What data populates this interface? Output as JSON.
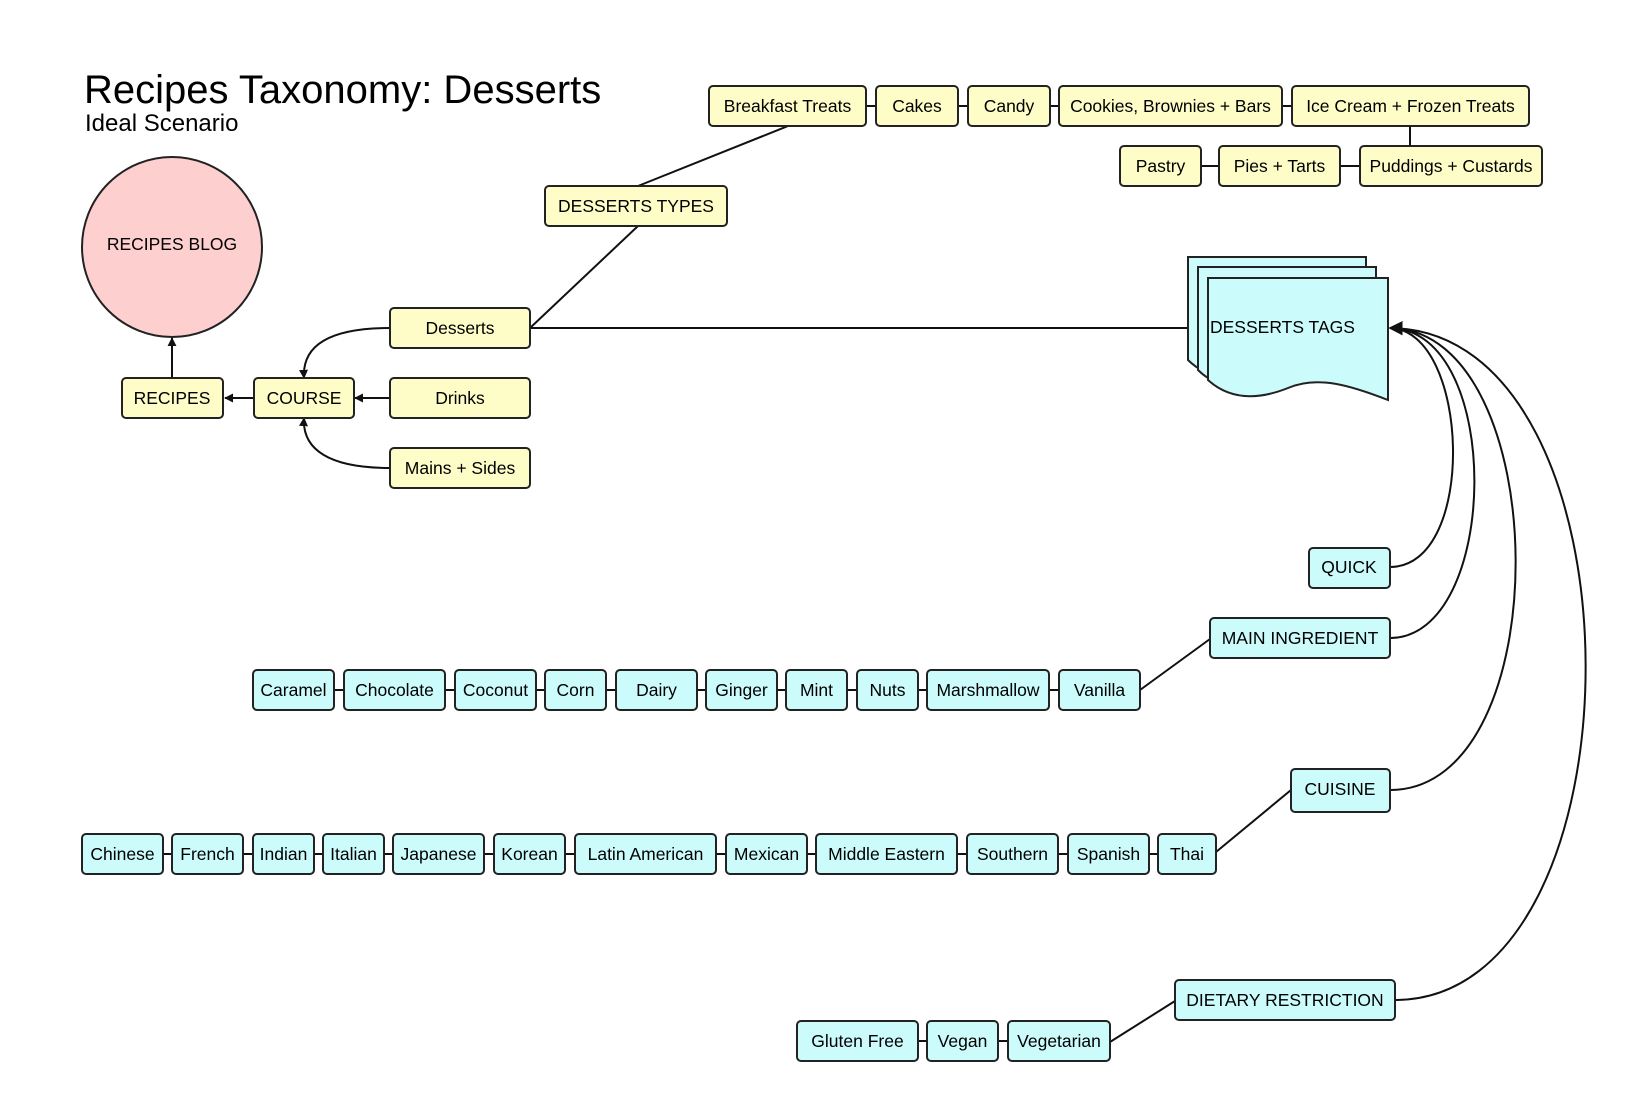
{
  "title": "Recipes Taxonomy: Desserts",
  "subtitle": "Ideal Scenario",
  "colors": {
    "yellow": "#fefdc8",
    "cyan": "#ccfbfb",
    "pink": "#fdcfcf",
    "stroke": "#222222"
  },
  "recipes_blog": "RECIPES BLOG",
  "recipes": "RECIPES",
  "course": "COURSE",
  "courses": {
    "desserts": "Desserts",
    "drinks": "Drinks",
    "mains": "Mains + Sides"
  },
  "desserts_types": "DESSERTS TYPES",
  "types": [
    "Breakfast Treats",
    "Cakes",
    "Candy",
    "Cookies, Brownies + Bars",
    "Ice Cream + Frozen Treats",
    "Pastry",
    "Pies + Tarts",
    "Puddings + Custards"
  ],
  "desserts_tags": "DESSERTS TAGS",
  "tags": {
    "quick": "QUICK",
    "main_ingredient": "MAIN INGREDIENT",
    "cuisine": "CUISINE",
    "dietary": "DIETARY RESTRICTION"
  },
  "ingredients": [
    "Caramel",
    "Chocolate",
    "Coconut",
    "Corn",
    "Dairy",
    "Ginger",
    "Mint",
    "Nuts",
    "Marshmallow",
    "Vanilla"
  ],
  "cuisines": [
    "Chinese",
    "French",
    "Indian",
    "Italian",
    "Japanese",
    "Korean",
    "Latin American",
    "Mexican",
    "Middle Eastern",
    "Southern",
    "Spanish",
    "Thai"
  ],
  "diets": [
    "Gluten Free",
    "Vegan",
    "Vegetarian"
  ]
}
